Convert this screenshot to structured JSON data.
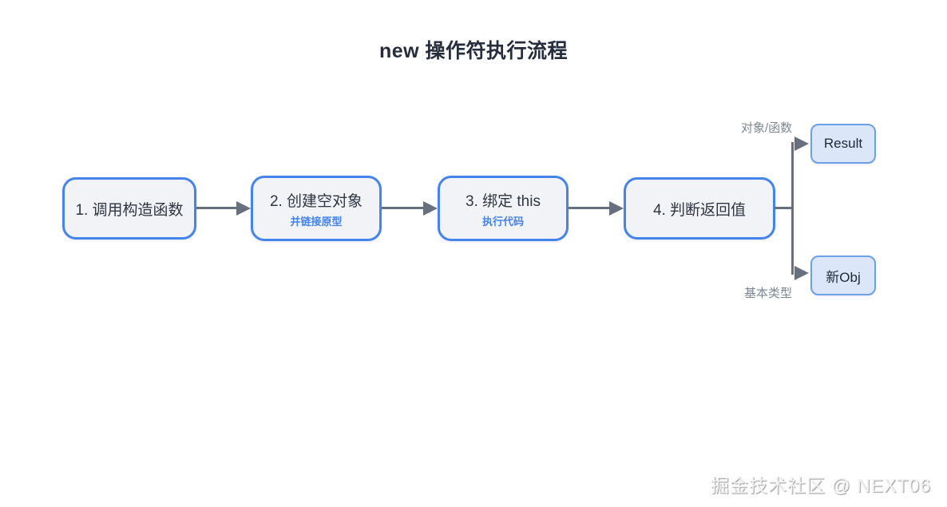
{
  "title": "new 操作符执行流程",
  "flow": {
    "steps": [
      {
        "label": "1. 调用构造函数",
        "sublabel": ""
      },
      {
        "label": "2. 创建空对象",
        "sublabel": "并链接原型"
      },
      {
        "label": "3. 绑定 this",
        "sublabel": "执行代码"
      },
      {
        "label": "4. 判断返回值",
        "sublabel": ""
      }
    ],
    "branches": [
      {
        "condition": "对象/函数",
        "target": "Result"
      },
      {
        "condition": "基本类型",
        "target": "新Obj"
      }
    ]
  },
  "colors": {
    "step_border": "#4584ec",
    "step_fill": "#f1f3f7",
    "terminal_border": "#6ea0e8",
    "terminal_fill": "#dbe7f9",
    "arrow": "#68707f",
    "title_text": "#262d3d",
    "branch_label_text": "#7d8794",
    "sublabel_text": "#4584ec"
  },
  "watermark": "掘金技术社区 @ NEXT06"
}
